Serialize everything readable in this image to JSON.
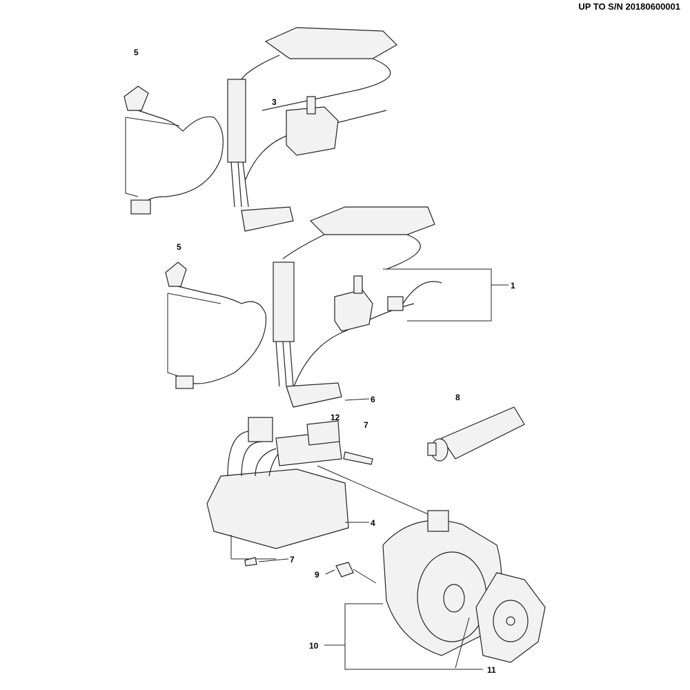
{
  "header": {
    "serial_note": "UP TO S/N 20180600001"
  },
  "callouts": {
    "c5a": "5",
    "c3": "3",
    "c5b": "5",
    "c1": "1",
    "c6": "6",
    "c8": "8",
    "c12": "12",
    "c7a": "7",
    "c4": "4",
    "c7b": "7",
    "c9": "9",
    "c10": "10",
    "c11": "11"
  }
}
